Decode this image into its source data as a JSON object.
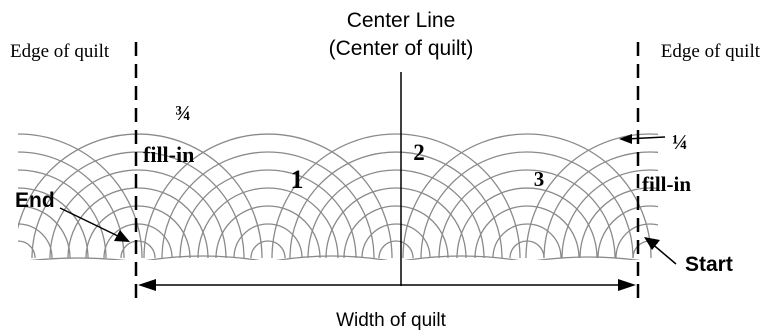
{
  "labels": {
    "center_line": "Center Line",
    "center_line_sub": "(Center of quilt)",
    "edge_left": "Edge of quilt",
    "edge_right": "Edge of quilt",
    "width": "Width of quilt",
    "end": "End",
    "start": "Start"
  },
  "fill_labels": {
    "left_fraction": "¾",
    "left_text": "fill-in",
    "right_fraction": "¼",
    "right_text": "fill-in"
  },
  "section_numbers": [
    "1",
    "2",
    "3"
  ],
  "colors": {
    "arc_stroke": "#8a8a8a",
    "line_stroke": "#000000",
    "text": "#000000"
  }
}
